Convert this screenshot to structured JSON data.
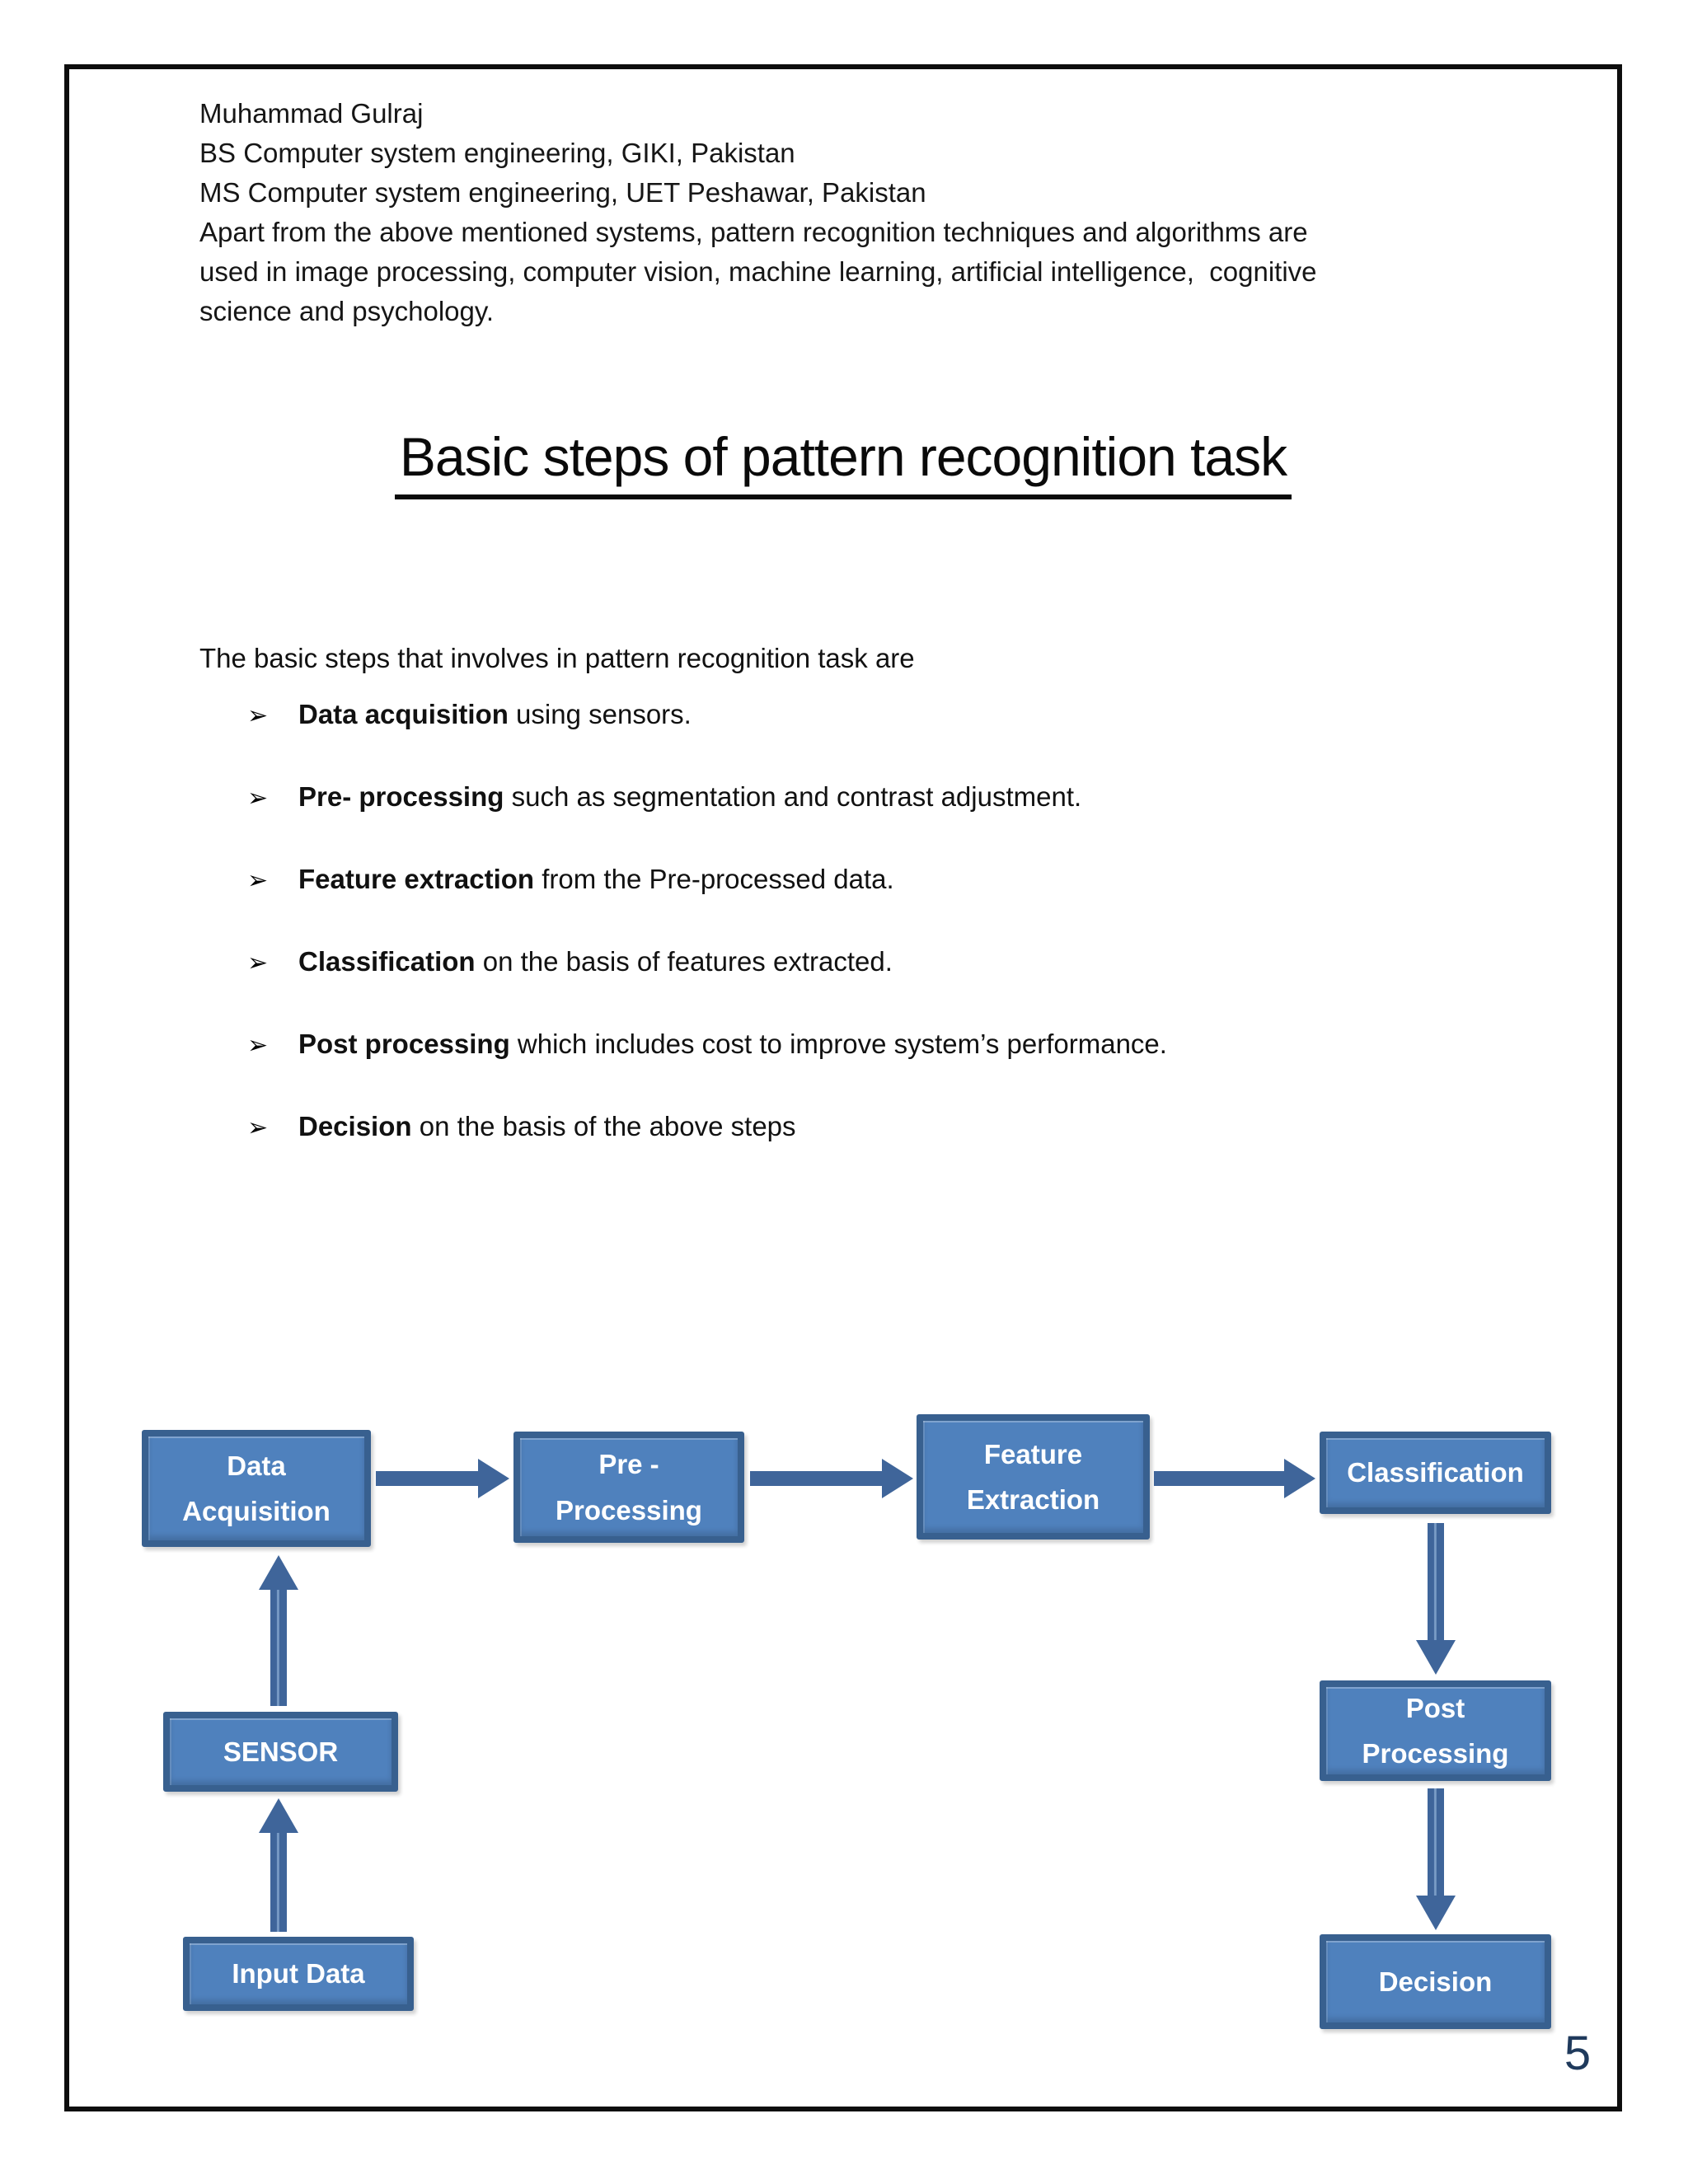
{
  "page": {
    "number": "5"
  },
  "header": {
    "lines": [
      "Muhammad Gulraj",
      "BS Computer system engineering, GIKI, Pakistan",
      "MS Computer system engineering, UET Peshawar, Pakistan"
    ],
    "paragraph_lines": [
      "Apart from the above mentioned systems, pattern recognition techniques and algorithms are",
      "used in image processing, computer vision, machine learning, artificial intelligence,  cognitive",
      "science and psychology."
    ]
  },
  "title": "Basic steps of pattern recognition task",
  "intro": "The basic steps that involves in pattern recognition task are",
  "bullets": [
    {
      "marker": "➢",
      "bold": "Data acquisition",
      "rest": " using sensors."
    },
    {
      "marker": "➢",
      "bold": "Pre- processing",
      "rest": " such as segmentation and contrast adjustment."
    },
    {
      "marker": "➢",
      "bold": "Feature extraction",
      "rest": " from the Pre-processed data."
    },
    {
      "marker": "➢",
      "bold": "Classification",
      "rest": " on the basis of features extracted."
    },
    {
      "marker": "➢",
      "bold": "Post processing",
      "rest": " which includes cost to improve system’s performance."
    },
    {
      "marker": "➢",
      "bold": "Decision",
      "rest": " on the basis of the above steps"
    }
  ],
  "flowchart": {
    "boxes": [
      {
        "name": "data-acquisition",
        "lines": [
          "Data",
          "Acquisition"
        ]
      },
      {
        "name": "pre-processing",
        "lines": [
          "Pre -",
          "Processing"
        ]
      },
      {
        "name": "feature-extraction",
        "lines": [
          "Feature",
          "Extraction"
        ]
      },
      {
        "name": "classification",
        "lines": [
          "Classification"
        ]
      },
      {
        "name": "sensor",
        "lines": [
          "SENSOR"
        ]
      },
      {
        "name": "input-data",
        "lines": [
          "Input Data"
        ]
      },
      {
        "name": "post-processing",
        "lines": [
          "Post",
          "Processing"
        ]
      },
      {
        "name": "decision",
        "lines": [
          "Decision"
        ]
      }
    ],
    "connections": [
      {
        "from": "input-data",
        "to": "sensor"
      },
      {
        "from": "sensor",
        "to": "data-acquisition"
      },
      {
        "from": "data-acquisition",
        "to": "pre-processing"
      },
      {
        "from": "pre-processing",
        "to": "feature-extraction"
      },
      {
        "from": "feature-extraction",
        "to": "classification"
      },
      {
        "from": "classification",
        "to": "post-processing"
      },
      {
        "from": "post-processing",
        "to": "decision"
      }
    ],
    "colors": {
      "box_fill": "#4f81bd",
      "box_border": "#38608f",
      "arrow": "#3f659a",
      "box_text": "#ffffff",
      "page_number": "#1f3a5c"
    }
  }
}
